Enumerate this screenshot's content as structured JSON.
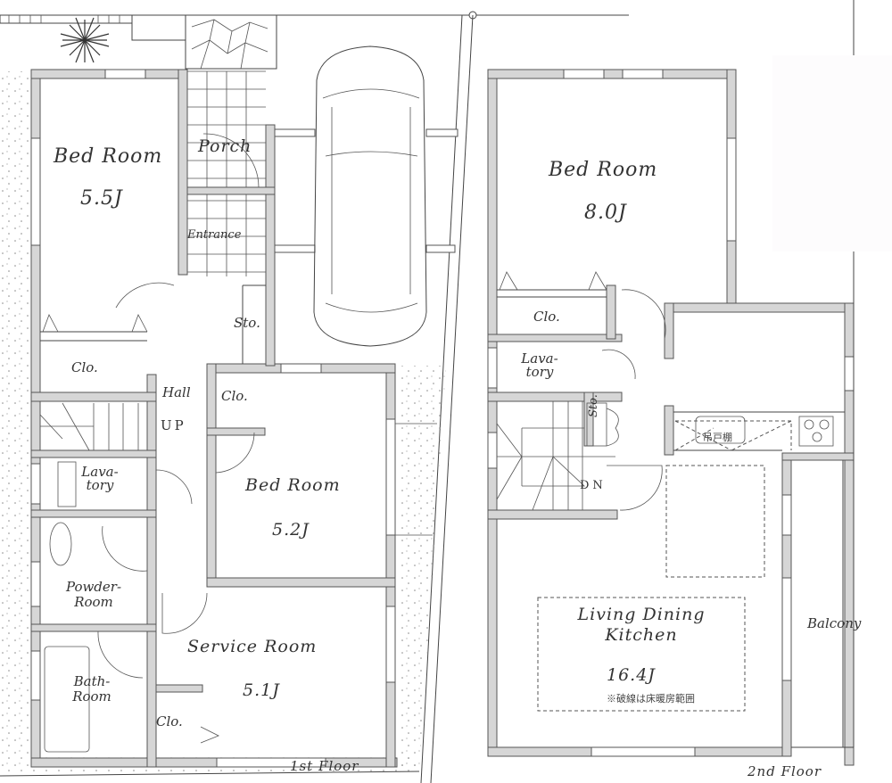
{
  "floors": {
    "first": {
      "label": "1st Floor",
      "rooms": {
        "bed1": {
          "name": "Bed Room",
          "size": "5.5J"
        },
        "bed1_closet": "Clo.",
        "porch": "Porch",
        "entrance": "Entrance",
        "storage": "Sto.",
        "hall": "Hall",
        "stairs": "UP",
        "hall_closet": "Clo.",
        "lavatory": {
          "line1": "Lava-",
          "line2": "tory"
        },
        "powder": {
          "line1": "Powder-",
          "line2": "Room"
        },
        "bath": {
          "line1": "Bath-",
          "line2": "Room"
        },
        "bed2": {
          "name": "Bed Room",
          "size": "5.2J"
        },
        "service": {
          "name": "Service Room",
          "size": "5.1J"
        },
        "service_closet": "Clo."
      }
    },
    "second": {
      "label": "2nd Floor",
      "rooms": {
        "bed3": {
          "name": "Bed Room",
          "size": "8.0J"
        },
        "bed3_closet": "Clo.",
        "lavatory": {
          "line1": "Lava-",
          "line2": "tory"
        },
        "storage": "Sto.",
        "stairs": "DN",
        "kitchen_shelf": "吊戸棚",
        "ldk": {
          "line1": "Living Dining",
          "line2": "Kitchen",
          "size": "16.4J",
          "note": "※破線は床暖房範囲"
        },
        "balcony": "Balcony"
      }
    }
  },
  "colors": {
    "wall_fill": "#d6d6d6",
    "line": "#444444",
    "background": "#ffffff"
  }
}
